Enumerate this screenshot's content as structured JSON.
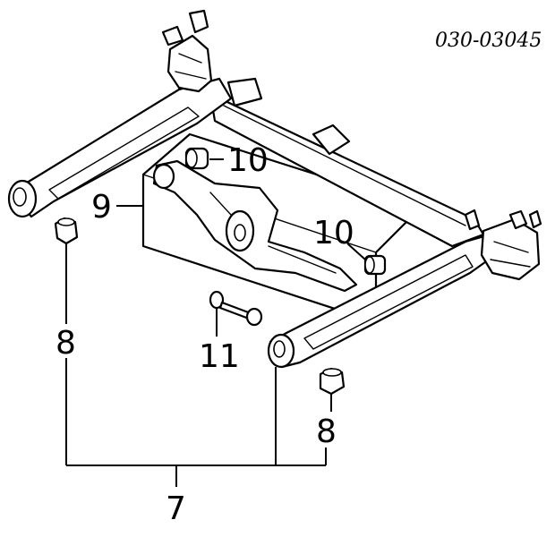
{
  "diagram": {
    "catalog_number": "030-03045",
    "callouts": {
      "crossmember_assembly": "7",
      "bushing_left": "8",
      "bushing_right": "8",
      "subframe_plate": "9",
      "mount_bushing_upper": "10",
      "mount_bushing_lower": "10",
      "link_rod": "11"
    }
  }
}
